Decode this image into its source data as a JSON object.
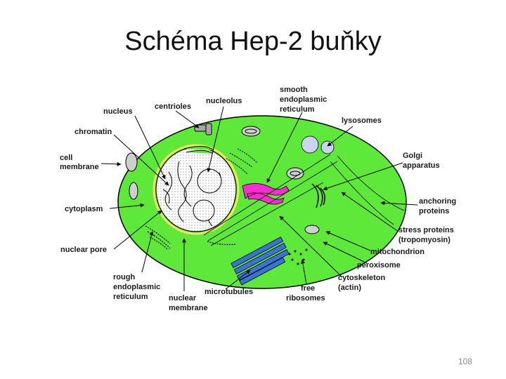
{
  "slide": {
    "title": "Schéma Hep-2 buňky",
    "page_number": "108"
  },
  "colors": {
    "cytoplasm": "#5ee83a",
    "nucleus": "#ffffff",
    "golgi": "#ff2bd2",
    "lysosome": "#c9d3f2",
    "microtubules": "#3a73d6",
    "outline": "#000000"
  },
  "labels": {
    "nucleus": "nucleus",
    "centrioles": "centrioles",
    "nucleolus": "nucleolus",
    "ser_1": "smooth",
    "ser_2": "endoplasmic",
    "ser_3": "reticulum",
    "lysosomes": "lysosomes",
    "chromatin": "chromatin",
    "cell_membrane_1": "cell",
    "cell_membrane_2": "membrane",
    "golgi_1": "Golgi",
    "golgi_2": "apparatus",
    "anchoring_1": "anchoring",
    "anchoring_2": "proteins",
    "cytoplasm": "cytoplasm",
    "stress_1": "stress proteins",
    "stress_2": "(tropomyosin)",
    "nuclear_pore": "nuclear pore",
    "mitochondrion": "mitochondrion",
    "peroxisome": "peroxisome",
    "rer_1": "rough",
    "rer_2": "endoplasmic",
    "rer_3": "reticulum",
    "cytoskeleton_1": "cytoskeleton",
    "cytoskeleton_2": "(actin)",
    "microtubules": "microtubules",
    "free_ribosomes_1": "free",
    "free_ribosomes_2": "ribosomes",
    "nuclear_membrane_1": "nuclear",
    "nuclear_membrane_2": "membrane"
  }
}
